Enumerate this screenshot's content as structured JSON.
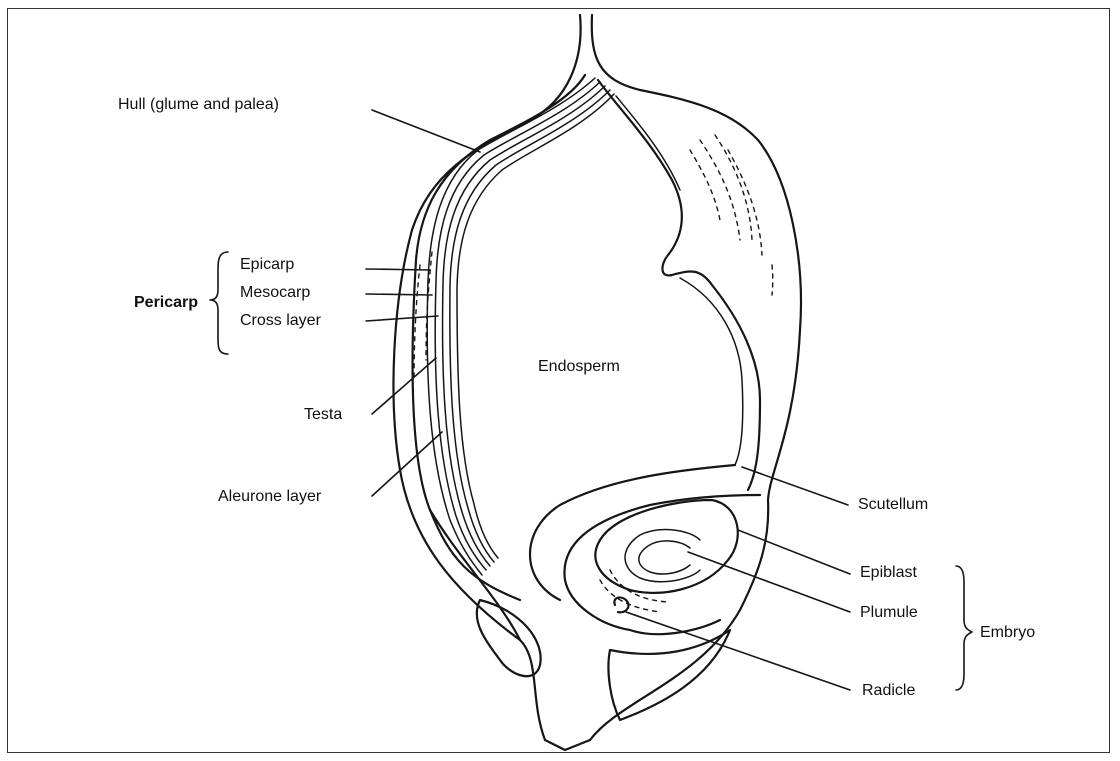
{
  "labels": {
    "hull": "Hull (glume and palea)",
    "pericarp": "Pericarp",
    "epicarp": "Epicarp",
    "mesocarp": "Mesocarp",
    "cross_layer": "Cross layer",
    "testa": "Testa",
    "aleurone_layer": "Aleurone layer",
    "endosperm": "Endosperm",
    "scutellum": "Scutellum",
    "epiblast": "Epiblast",
    "plumule": "Plumule",
    "radicle": "Radicle",
    "embryo": "Embryo"
  }
}
